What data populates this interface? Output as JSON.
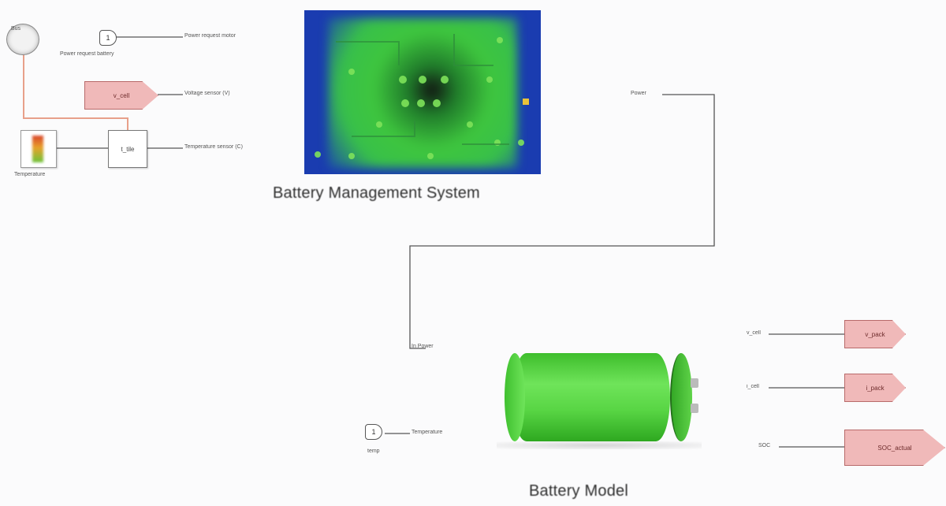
{
  "bms_title": "Battery Management System",
  "battery_title": "Battery Model",
  "inputs": {
    "temperature_label": "Temperature",
    "power_request_label": "Power request battery",
    "inport_1_number": "1",
    "inport_2_number": "1",
    "scope_label": "Bus",
    "zero_order_hold_label": "t_tile",
    "vcell_tag": "v_cell"
  },
  "bms_ports": {
    "power_request": "Power request motor",
    "voltage_sensor": "Voltage sensor (V)",
    "temperature_sensor": "Temperature sensor (C)",
    "power_out": "Power"
  },
  "battery_ports": {
    "in_power": "In Power",
    "temperature": "Temperature",
    "v_cell": "v_cell",
    "i_cell": "i_cell",
    "soc": "SOC"
  },
  "inport_temp": {
    "number": "1",
    "label": "temp"
  },
  "outputs": {
    "vpack": "v_pack",
    "ipack": "i_pack",
    "soc_actual": "SOC_actual"
  },
  "colors": {
    "wire": "#555555",
    "signal_orange": "#e8a08a",
    "goto_fill": "#f0b9b9",
    "bms_blue": "#1a3cb0",
    "battery_green": "#49d23a"
  }
}
